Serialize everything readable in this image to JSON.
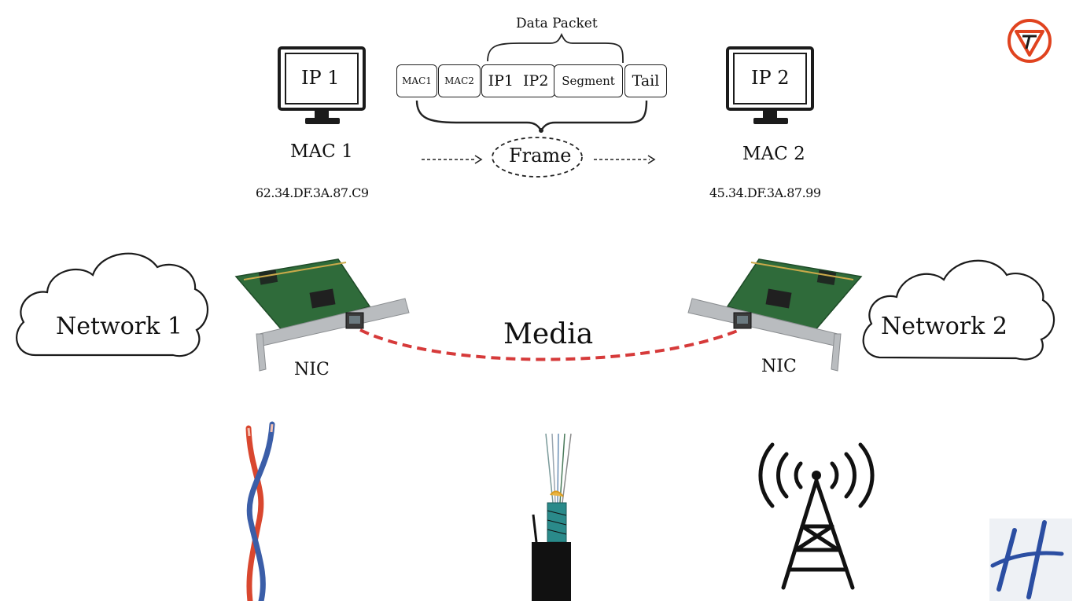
{
  "hosts": [
    {
      "ip_label": "IP 1",
      "mac_label": "MAC 1",
      "mac_address": "62.34.DF.3A.87.C9"
    },
    {
      "ip_label": "IP 2",
      "mac_label": "MAC 2",
      "mac_address": "45.34.DF.3A.87.99"
    }
  ],
  "packet": {
    "fields": [
      "MAC1",
      "MAC2",
      "IP1  IP2",
      "Segment",
      "Tail"
    ],
    "data_packet_label": "Data Packet",
    "frame_label": "Frame"
  },
  "networks": [
    "Network 1",
    "Network 2"
  ],
  "nic_label": "NIC",
  "media_label": "Media",
  "media_types": [
    "twisted-pair-cable-icon",
    "fiber-optic-cable-icon",
    "wireless-tower-icon"
  ],
  "colors": {
    "media_line": "#d63a3a",
    "nic_board": "#2f6b3a",
    "nic_bracket": "#b9bcbf",
    "cable_red": "#d9472f",
    "cable_blue": "#3b5ea8",
    "logo_red": "#e0431f",
    "logo_blue": "#2b4ea2"
  }
}
